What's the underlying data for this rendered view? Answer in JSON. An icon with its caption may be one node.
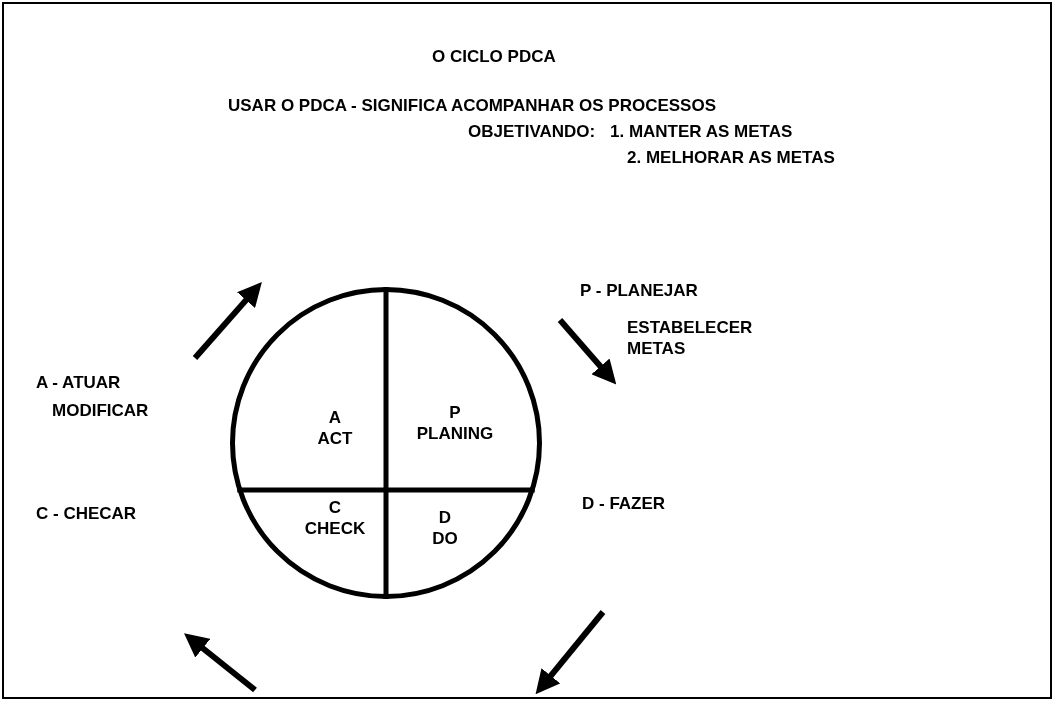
{
  "diagram": {
    "title": "O CICLO PDCA",
    "nodes": [
      {
        "text": [],
        "shape": "circle"
      },
      {
        "text": [
          "A",
          "ACT"
        ],
        "in": 0
      },
      {
        "text": [
          "P",
          "PLANING"
        ],
        "in": 0
      },
      {
        "text": [
          "C",
          "CHECK"
        ],
        "in": 0
      },
      {
        "text": [
          "D",
          "DO"
        ],
        "in": 0
      }
    ],
    "labels": [
      "USAR O PDCA - SIGNIFICA ACOMPANHAR OS PROCESSOS",
      "OBJETIVANDO:",
      "1. MANTER AS METAS",
      "2. MELHORAR AS METAS",
      "P - PLANEJAR",
      "ESTABELECER METAS",
      "A - ATUAR",
      "MODIFICAR",
      "C - CHECAR",
      "D - FAZER"
    ]
  }
}
